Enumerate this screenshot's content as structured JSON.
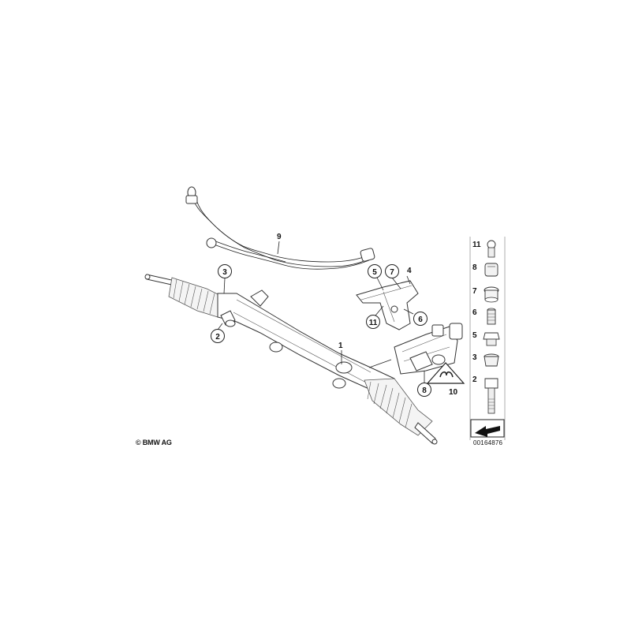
{
  "diagram": {
    "callouts": {
      "c1": "1",
      "c2": "2",
      "c3": "3",
      "c4": "4",
      "c5": "5",
      "c6": "6",
      "c7": "7",
      "c8": "8",
      "c9": "9",
      "c10": "10",
      "c11": "11"
    },
    "legend": [
      "11",
      "8",
      "7",
      "6",
      "5",
      "3",
      "2"
    ],
    "copyright": "© BMW AG",
    "reference_number": "00164876"
  }
}
